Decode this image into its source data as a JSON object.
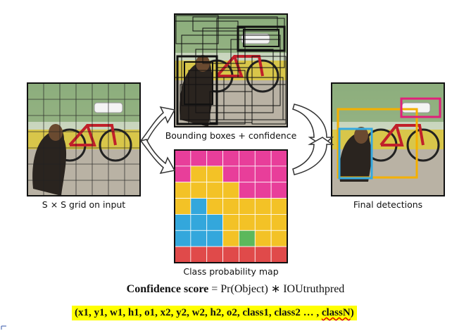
{
  "captions": {
    "grid": "S × S grid on input",
    "boxes": "Bounding boxes + confidence",
    "class_map": "Class probability map",
    "final": "Final detections"
  },
  "formula": {
    "label": "Confidence score",
    "expr": "Pr(Object) ∗ IOU",
    "iou_sup": "truth",
    "iou_sub": "pred"
  },
  "tuple": {
    "text": "(x1, y1, w1, h1, o1, x2, y2, w2, h2, o2, class1, class2 … , ",
    "last": "classN",
    "close": ")"
  },
  "colors": {
    "pink": "#e83e9a",
    "yellow": "#f3c226",
    "cyan": "#33a7dc",
    "green": "#5cb85c",
    "red": "#e04a4a",
    "detection_yellow": "#f5b000",
    "detection_blue": "#35a9e0",
    "detection_pink": "#e0207a"
  },
  "class_map_grid": [
    [
      "pink",
      "pink",
      "pink",
      "pink",
      "pink",
      "pink",
      "pink"
    ],
    [
      "pink",
      "yellow",
      "yellow",
      "pink",
      "pink",
      "pink",
      "pink"
    ],
    [
      "yellow",
      "yellow",
      "yellow",
      "yellow",
      "pink",
      "pink",
      "pink"
    ],
    [
      "yellow",
      "cyan",
      "yellow",
      "yellow",
      "yellow",
      "yellow",
      "yellow"
    ],
    [
      "cyan",
      "cyan",
      "cyan",
      "yellow",
      "yellow",
      "yellow",
      "yellow"
    ],
    [
      "cyan",
      "cyan",
      "cyan",
      "yellow",
      "green",
      "yellow",
      "yellow"
    ],
    [
      "red",
      "red",
      "red",
      "red",
      "red",
      "red",
      "red"
    ]
  ]
}
